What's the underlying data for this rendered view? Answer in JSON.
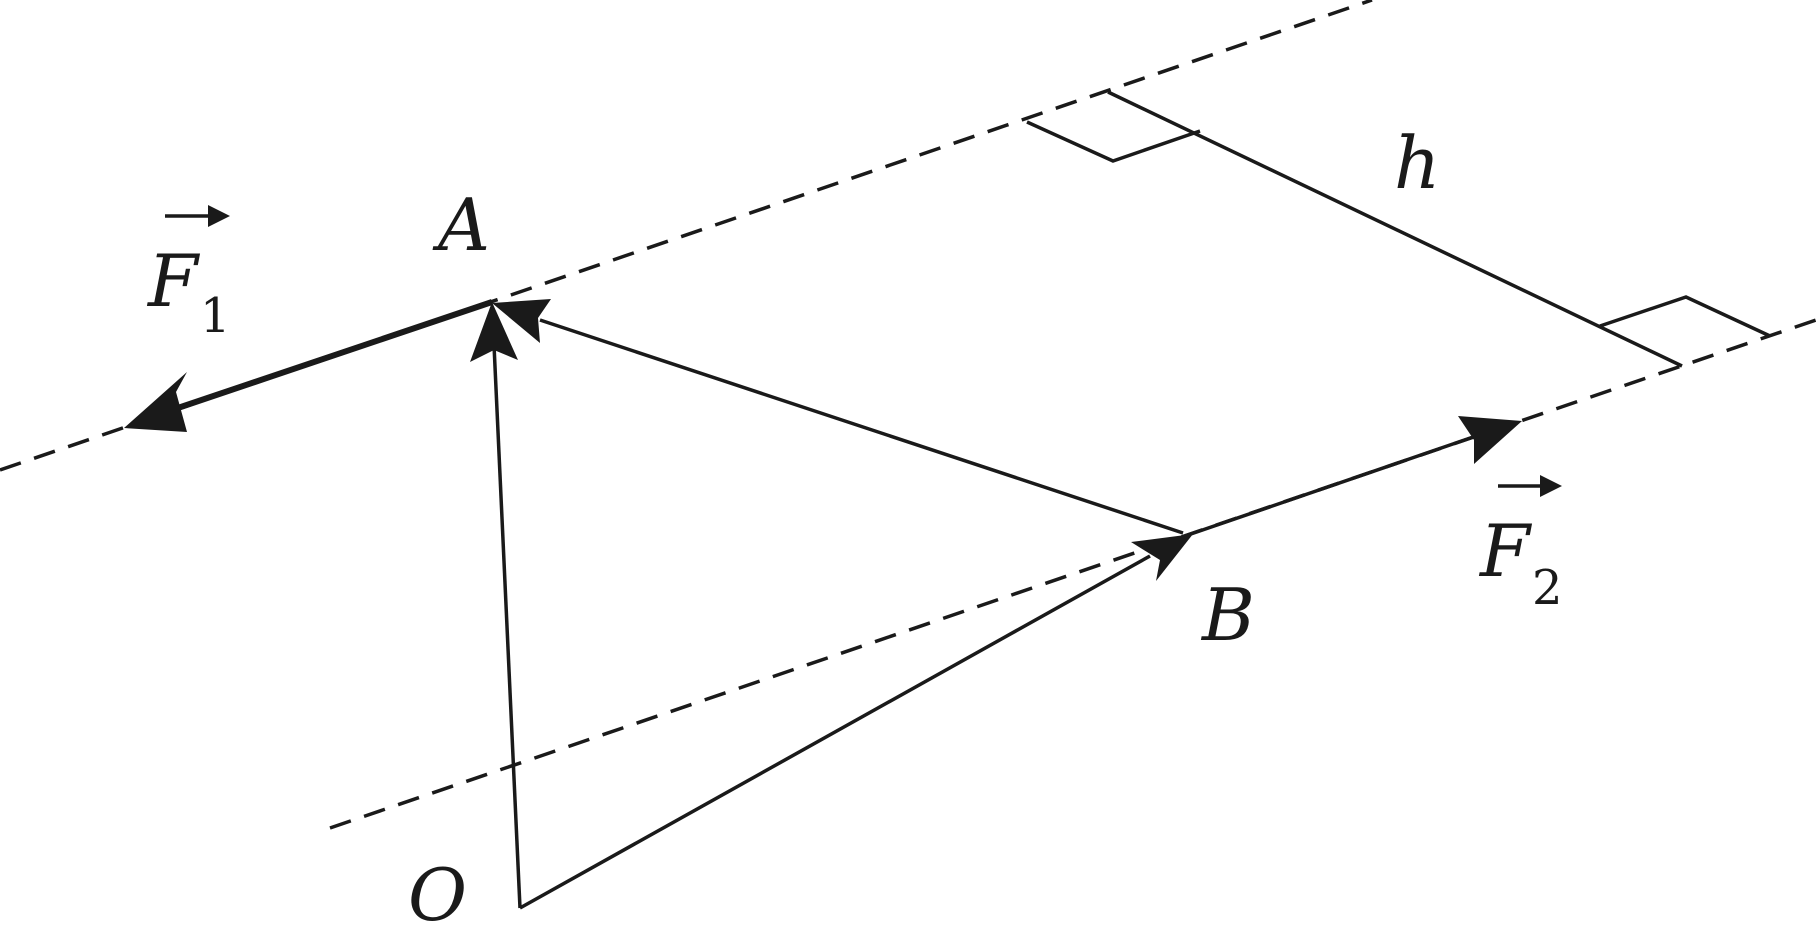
{
  "labels": {
    "A": "A",
    "B": "B",
    "O": "O",
    "h": "h",
    "F1": "F",
    "F1_sub": "1",
    "F2": "F",
    "F2_sub": "2"
  },
  "colors": {
    "ink": "#1a1a1a",
    "background": "#ffffff"
  }
}
